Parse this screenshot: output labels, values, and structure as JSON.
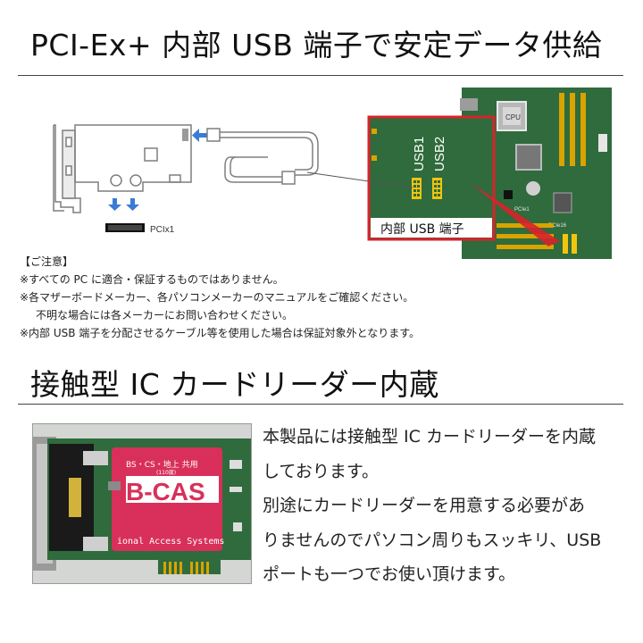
{
  "section1": {
    "title": "PCI-Ex+ 内部 USB 端子で安定データ供給",
    "figure": {
      "slot_label": "PCIx1",
      "usb_headers": [
        "USB1",
        "USB2"
      ],
      "callout": "内部 USB 端子",
      "cpu_label": "CPU",
      "slot_labels": [
        "PCIe1",
        "PCIe16"
      ]
    },
    "notes": {
      "heading": "【ご注意】",
      "lines": [
        "※すべての PC に適合・保証するものではありません。",
        "※各マザーボードメーカー、各パソコンメーカーのマニュアルをご確認ください。",
        "不明な場合には各メーカーにお問い合わせください。",
        "※内部 USB 端子を分配させるケーブル等を使用した場合は保証対象外となります。"
      ]
    }
  },
  "section2": {
    "title": "接触型 IC カードリーダー内蔵",
    "card": {
      "top_text": "BS・CS・地上 共用",
      "sub_text": "(110度)",
      "logo": "B-CAS",
      "bottom_text": "ional Access Systems"
    },
    "body_lines": [
      "本製品には接触型 IC カードリーダーを内蔵",
      "しております。",
      "別途にカードリーダーを用意する必要があ",
      "りませんのでパソコン周りもスッキリ、USB",
      "ポートも一つでお使い頂けます。"
    ]
  },
  "colors": {
    "pcb_green": "#2f6b3c",
    "callout_red": "#d8232a",
    "card_pink": "#d8305a",
    "arrow_blue": "#3a7bd5",
    "header_yellow": "#f1c40f"
  }
}
